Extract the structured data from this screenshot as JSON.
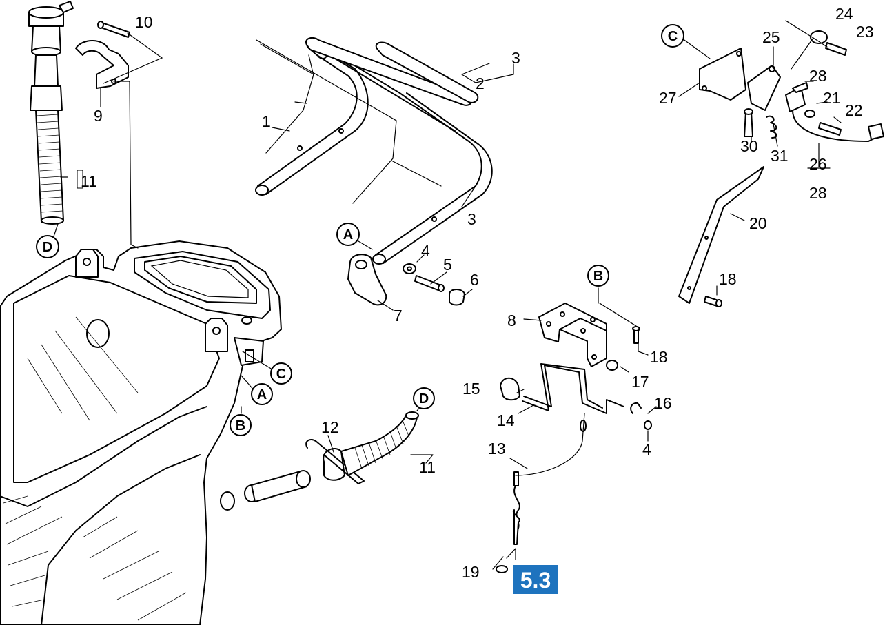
{
  "figure": {
    "section_badge": "5.3"
  },
  "connectors": {
    "A": "A",
    "B": "B",
    "C": "C",
    "D": "D"
  },
  "callouts": {
    "p1": "1",
    "p2": "2",
    "p3_top": "3",
    "p3_frame": "3",
    "p4_upper": "4",
    "p4_lower": "4",
    "p5": "5",
    "p6": "6",
    "p7": "7",
    "p8": "8",
    "p9": "9",
    "p10": "10",
    "p11_upper": "11",
    "p11_lower": "11",
    "p12": "12",
    "p13": "13",
    "p14": "14",
    "p15": "15",
    "p16": "16",
    "p17": "17",
    "p18_bracket": "18",
    "p18_plate": "18",
    "p19": "19",
    "p20": "20",
    "p21": "21",
    "p22": "22",
    "p23": "23",
    "p24": "24",
    "p25": "25",
    "p26": "26",
    "p27": "27",
    "p28_upper": "28",
    "p28_lower": "28",
    "p30": "30",
    "p31": "31"
  }
}
